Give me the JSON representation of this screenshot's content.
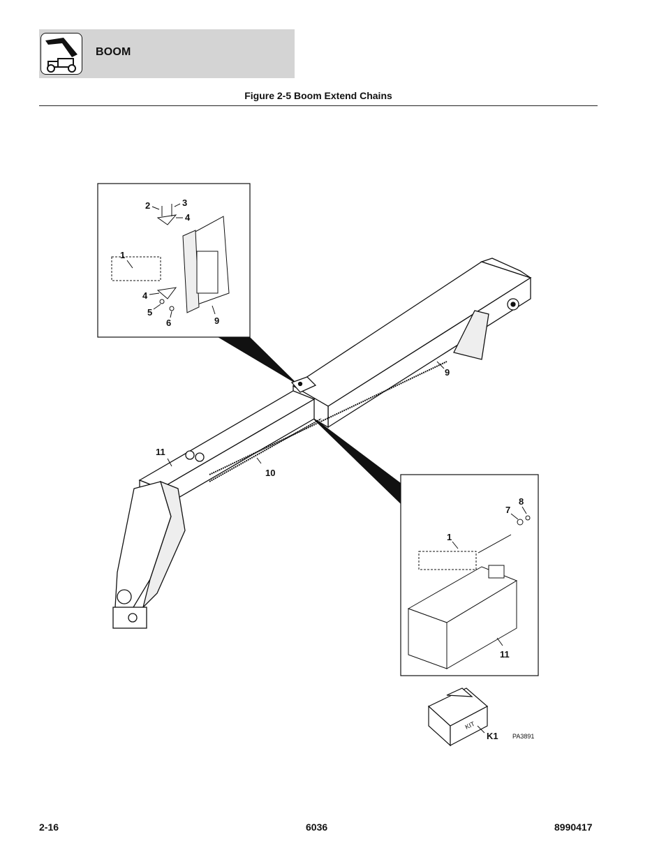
{
  "header": {
    "section": "BOOM",
    "icon": "telehandler-boom-icon"
  },
  "figure": {
    "title": "Figure 2-5 Boom Extend Chains",
    "drawing_id": "PA3891",
    "kit_label": "KIT"
  },
  "callouts": {
    "top_inset": [
      "1",
      "2",
      "3",
      "4",
      "4",
      "5",
      "6",
      "9"
    ],
    "main": [
      "9",
      "10",
      "11"
    ],
    "bottom_inset": [
      "7",
      "8",
      "1",
      "11"
    ],
    "kit": "K1"
  },
  "footer": {
    "left": "2-16",
    "center": "6036",
    "right": "8990417"
  }
}
